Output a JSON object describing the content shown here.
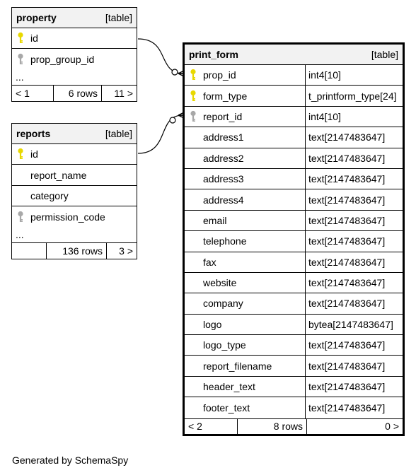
{
  "tables": {
    "property": {
      "name": "property",
      "kind": "[table]",
      "columns": [
        {
          "name": "id",
          "key": "primary"
        },
        {
          "name": "prop_group_id",
          "key": "foreign"
        }
      ],
      "ellipsis": "...",
      "footer": {
        "parents": "< 1",
        "rows": "6 rows",
        "children": "11 >"
      }
    },
    "reports": {
      "name": "reports",
      "kind": "[table]",
      "columns": [
        {
          "name": "id",
          "key": "primary"
        },
        {
          "name": "report_name",
          "key": "none"
        },
        {
          "name": "category",
          "key": "none"
        },
        {
          "name": "permission_code",
          "key": "foreign"
        }
      ],
      "ellipsis": "...",
      "footer": {
        "parents": "",
        "rows": "136 rows",
        "children": "3 >"
      }
    },
    "print_form": {
      "name": "print_form",
      "kind": "[table]",
      "columns": [
        {
          "name": "prop_id",
          "type": "int4[10]",
          "key": "primary"
        },
        {
          "name": "form_type",
          "type": "t_printform_type[24]",
          "key": "primary"
        },
        {
          "name": "report_id",
          "type": "int4[10]",
          "key": "foreign"
        },
        {
          "name": "address1",
          "type": "text[2147483647]",
          "key": "none"
        },
        {
          "name": "address2",
          "type": "text[2147483647]",
          "key": "none"
        },
        {
          "name": "address3",
          "type": "text[2147483647]",
          "key": "none"
        },
        {
          "name": "address4",
          "type": "text[2147483647]",
          "key": "none"
        },
        {
          "name": "email",
          "type": "text[2147483647]",
          "key": "none"
        },
        {
          "name": "telephone",
          "type": "text[2147483647]",
          "key": "none"
        },
        {
          "name": "fax",
          "type": "text[2147483647]",
          "key": "none"
        },
        {
          "name": "website",
          "type": "text[2147483647]",
          "key": "none"
        },
        {
          "name": "company",
          "type": "text[2147483647]",
          "key": "none"
        },
        {
          "name": "logo",
          "type": "bytea[2147483647]",
          "key": "none"
        },
        {
          "name": "logo_type",
          "type": "text[2147483647]",
          "key": "none"
        },
        {
          "name": "report_filename",
          "type": "text[2147483647]",
          "key": "none"
        },
        {
          "name": "header_text",
          "type": "text[2147483647]",
          "key": "none"
        },
        {
          "name": "footer_text",
          "type": "text[2147483647]",
          "key": "none"
        }
      ],
      "footer": {
        "parents": "< 2",
        "rows": "8 rows",
        "children": "0 >"
      }
    }
  },
  "generated_by": "Generated by SchemaSpy",
  "colors": {
    "primary_key": "#e8d800",
    "foreign_key": "#a8a8a8",
    "header_bg": "#f2f2f2",
    "line": "#000000"
  }
}
